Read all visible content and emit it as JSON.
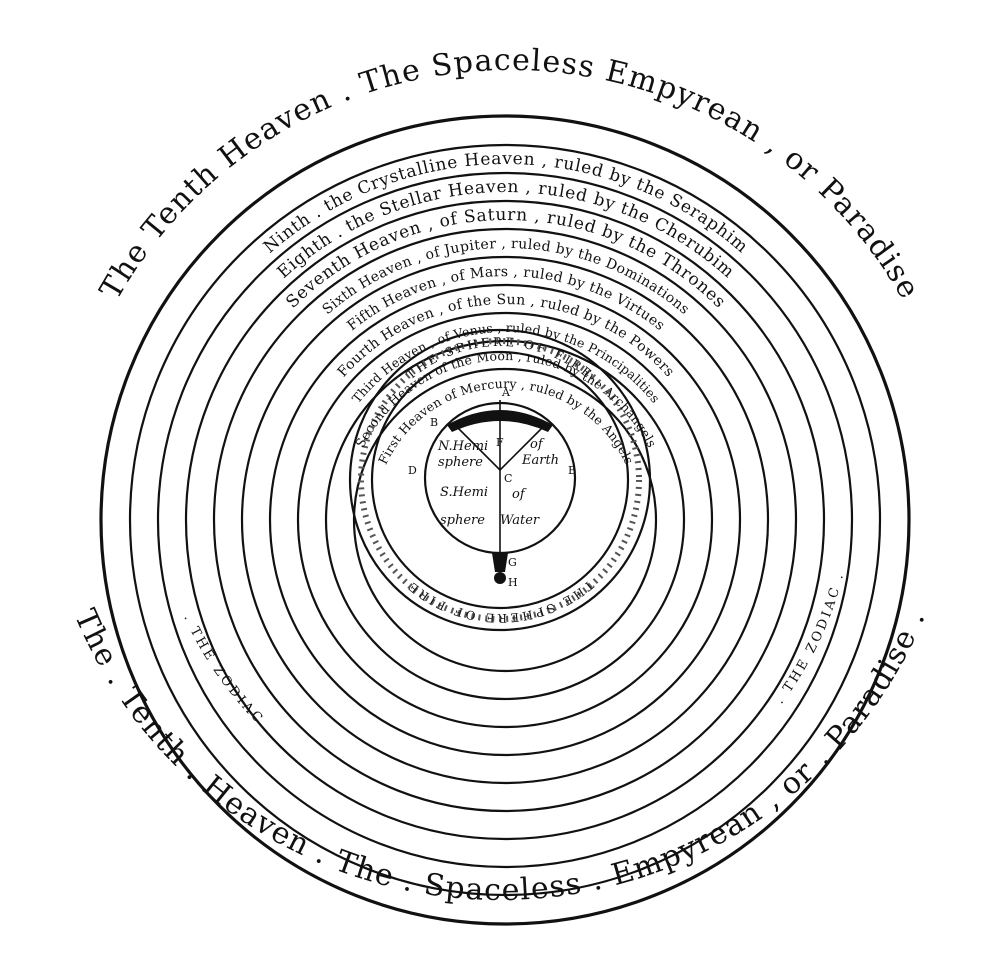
{
  "outer": {
    "top": "The Tenth Heaven . The Spaceless Empyrean , or Paradise",
    "bottom": "The . Tenth . Heaven . The . Spaceless . Empyrean , or . Paradise ."
  },
  "heavens": [
    "Ninth . the Crystalline Heaven , ruled by the Seraphim",
    "Eighth . the Stellar Heaven , ruled by the Cherubim",
    "Seventh Heaven , of Saturn , ruled by the Thrones",
    "Sixth Heaven , of Jupiter , ruled by the Dominations",
    "Fifth Heaven , of Mars , ruled by the Virtues",
    "Fourth Heaven , of the Sun , ruled by the Powers",
    "Third Heaven , of Venus , ruled by the Principalities",
    "Second Heaven of the Moon , ruled by the Archangels",
    "First Heaven of Mercury , ruled by the Angels"
  ],
  "fire": {
    "top": "THE SPHERE OF FIRE",
    "bottom": "THE SPHERE OF FIRE"
  },
  "zodiac": {
    "left": ". THE ZODIAC .",
    "right": ". THE ZODIAC ."
  },
  "earth": {
    "n_hemisphere_1": "N.Hemi",
    "n_hemisphere_2": "sphere",
    "of_earth_1": "of",
    "of_earth_2": "Earth",
    "s_hemisphere_1": "S.Hemi",
    "s_hemisphere_2": "sphere",
    "of_water_1": "of",
    "of_water_2": "Water",
    "point_a": "A",
    "point_b": "B",
    "point_c": "C",
    "point_d": "D",
    "point_e": "E",
    "point_f": "F",
    "point_g": "G",
    "point_h": "H"
  }
}
